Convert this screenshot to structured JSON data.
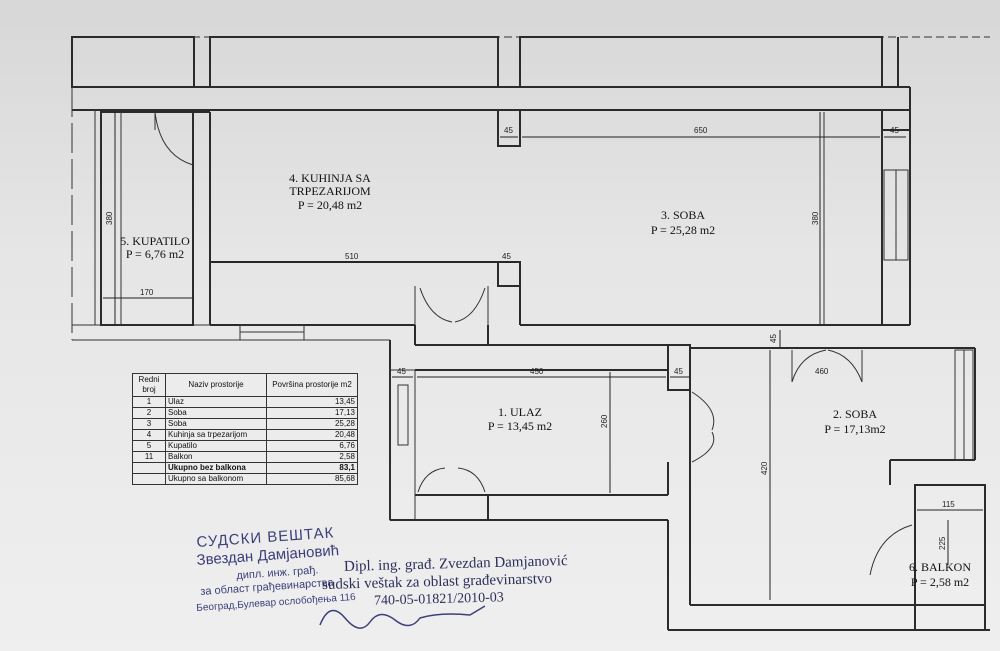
{
  "rooms": [
    {
      "id": "kuhinja",
      "line1": "4. KUHINJA SA",
      "line2": "TRPEZARIJOM",
      "area": "P = 20,48 m2"
    },
    {
      "id": "soba3",
      "line1": "3. SOBA",
      "area": "P = 25,28 m2"
    },
    {
      "id": "kupatilo",
      "line1": "5. KUPATILO",
      "area": "P = 6,76 m2"
    },
    {
      "id": "ulaz",
      "line1": "1. ULAZ",
      "area": "P = 13,45 m2"
    },
    {
      "id": "soba2",
      "line1": "2. SOBA",
      "area": "P = 17,13m2"
    },
    {
      "id": "balkon",
      "line1": "6. BALKON",
      "area": "P = 2,58 m2"
    }
  ],
  "dimensions": {
    "d45_top_left": "45",
    "d650": "650",
    "d45_top_right": "45",
    "d380_left": "380",
    "d380_right": "380",
    "d510": "510",
    "d45_mid": "45",
    "d170": "170",
    "d45_ulaz_left": "45",
    "d450": "450",
    "d45_ulaz_right": "45",
    "d260": "260",
    "d460": "460",
    "d45_soba2": "45",
    "d420": "420",
    "d115": "115",
    "d225": "225"
  },
  "table": {
    "headers": [
      "Redni broj",
      "Naziv prostorije",
      "Površina prostorije m2"
    ],
    "rows": [
      [
        "1",
        "Ulaz",
        "13,45"
      ],
      [
        "2",
        "Soba",
        "17,13"
      ],
      [
        "3",
        "Soba",
        "25,28"
      ],
      [
        "4",
        "Kuhinja sa trpezarijom",
        "20,48"
      ],
      [
        "5",
        "Kupatilo",
        "6,76"
      ],
      [
        "11",
        "Balkon",
        "2,58"
      ]
    ],
    "total_without_label": "Ukupno bez balkona",
    "total_without_value": "83,1",
    "total_with_label": "Ukupno sa balkonom",
    "total_with_value": "85,68"
  },
  "stamp": {
    "line1": "СУДСКИ ВЕШТАК",
    "line2": "Звездан Дамјановић",
    "line3": "дипл. инж. грађ.",
    "line4": "за област грађевинарства",
    "line5": "Београд,Булевар ослобођења 116"
  },
  "typed": {
    "line1": "Dipl. ing. građ. Zvezdan Damjanović",
    "line2": "sudski veštak za oblast građevinarstvo",
    "line3": "740-05-01821/2010-03"
  }
}
